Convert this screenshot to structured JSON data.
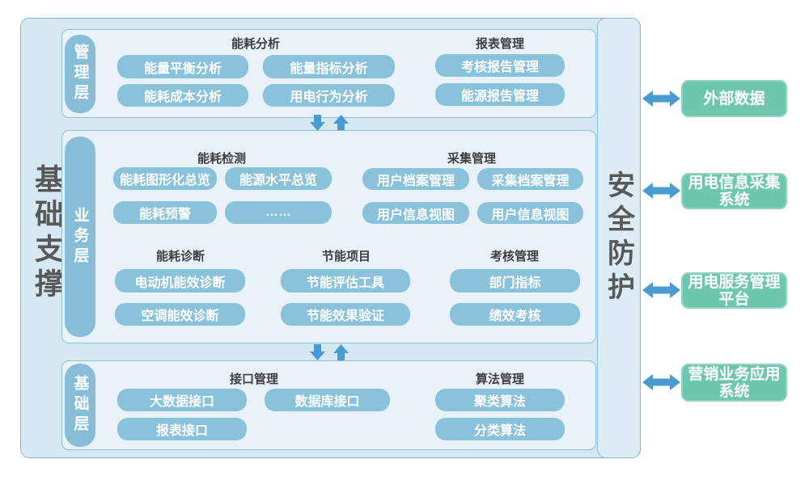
{
  "left_pillar": "基础支撑",
  "right_pillar": "安全防护",
  "colors": {
    "container_fill": "#d6e9f2",
    "panel_fill": "#e8f2f8",
    "module_blue": "#8ac1db",
    "tab_blue": "#87bdd7",
    "system_green": "#6ec6ae",
    "arrow_blue": "#4a9bd1",
    "dark_text": "#585858"
  },
  "layers": [
    {
      "tab": "管理层",
      "sections": [
        {
          "title": "能耗分析",
          "buttons": [
            "能量平衡分析",
            "能量指标分析",
            "能耗成本分析",
            "用电行为分析"
          ]
        },
        {
          "title": "报表管理",
          "buttons": [
            "考核报告管理",
            "能源报告管理"
          ]
        }
      ]
    },
    {
      "tab": "业务层",
      "sections": [
        {
          "title": "能耗检测",
          "buttons": [
            "能耗图形化总览",
            "能源水平总览",
            "能耗预警",
            "……"
          ]
        },
        {
          "title": "采集管理",
          "buttons": [
            "用户档案管理",
            "采集档案管理",
            "用户信息视图",
            "用户信息视图"
          ]
        },
        {
          "title": "能耗诊断",
          "buttons": [
            "电动机能效诊断",
            "空调能效诊断"
          ]
        },
        {
          "title": "节能项目",
          "buttons": [
            "节能评估工具",
            "节能效果验证"
          ]
        },
        {
          "title": "考核管理",
          "buttons": [
            "部门指标",
            "绩效考核"
          ]
        }
      ]
    },
    {
      "tab": "基础层",
      "sections": [
        {
          "title": "接口管理",
          "buttons": [
            "大数据接口",
            "数据库接口",
            "报表接口"
          ]
        },
        {
          "title": "算法管理",
          "buttons": [
            "聚类算法",
            "分类算法"
          ]
        }
      ]
    }
  ],
  "external_systems": [
    {
      "lines": [
        "外部数据"
      ]
    },
    {
      "lines": [
        "用电信息采集",
        "系统"
      ]
    },
    {
      "lines": [
        "用电服务管理",
        "平台"
      ]
    },
    {
      "lines": [
        "营销业务应用",
        "系统"
      ]
    }
  ]
}
